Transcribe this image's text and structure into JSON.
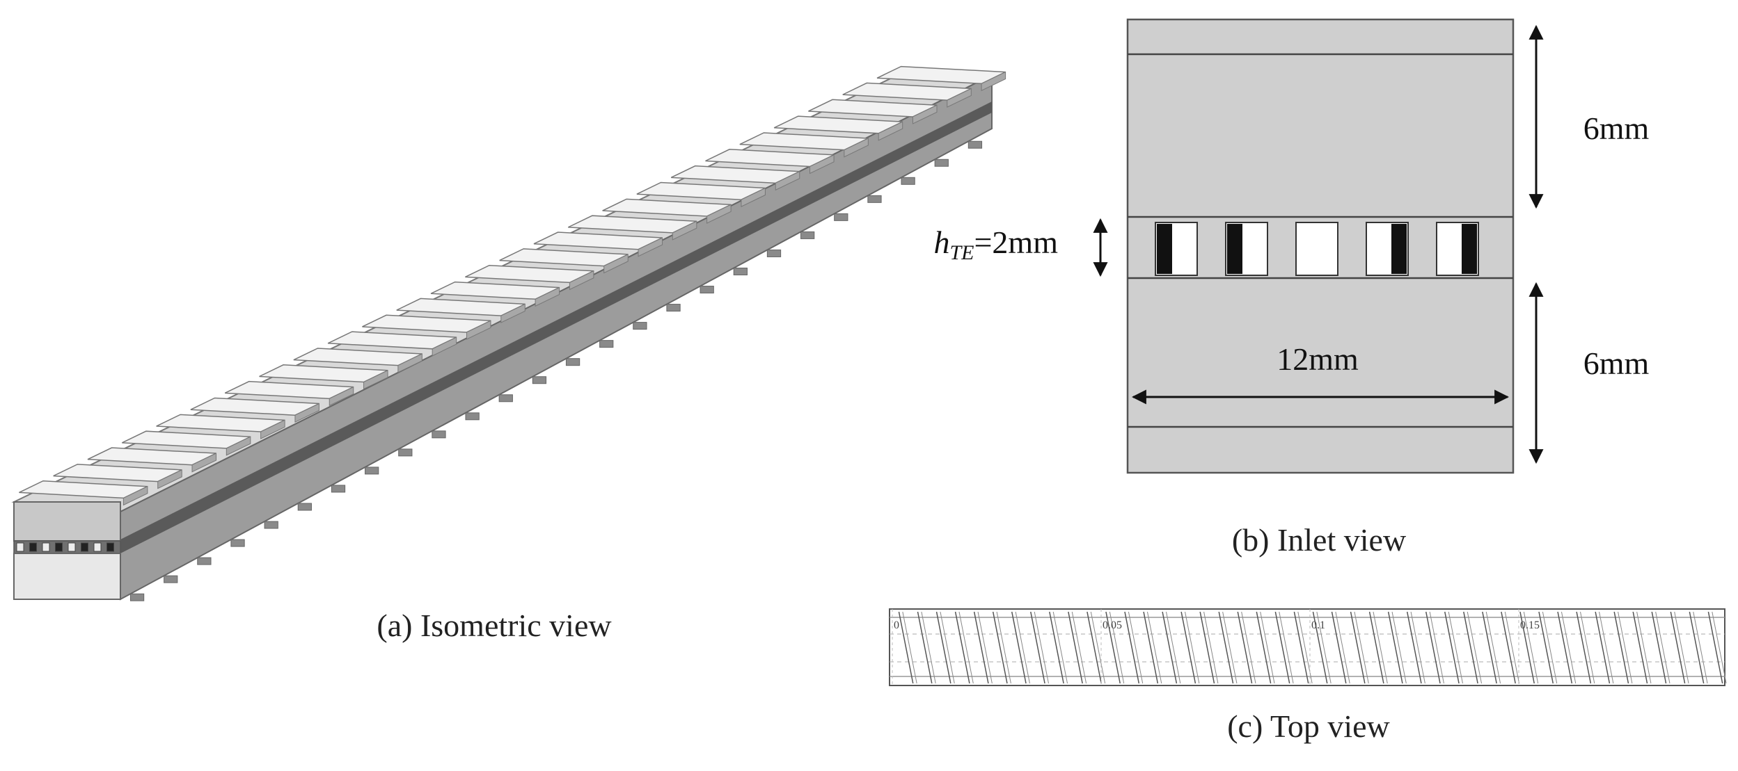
{
  "captions": {
    "isometric": "(a) Isometric view",
    "inlet": "(b) Inlet view",
    "top": "(c) Top view"
  },
  "dimensions": {
    "top_channel": "6mm",
    "bottom_channel": "6mm",
    "width": "12mm",
    "te_height_symbol": "h",
    "te_height_subscript": "TE",
    "te_height_value": "=2mm"
  },
  "top_view_ticks": [
    "0",
    "0.05",
    "0.1",
    "0.15"
  ],
  "colors": {
    "panel_fill": "#cfcfcf",
    "panel_stroke": "#555555",
    "te_dark": "#111111",
    "te_light": "#ffffff",
    "arrow": "#111111"
  }
}
